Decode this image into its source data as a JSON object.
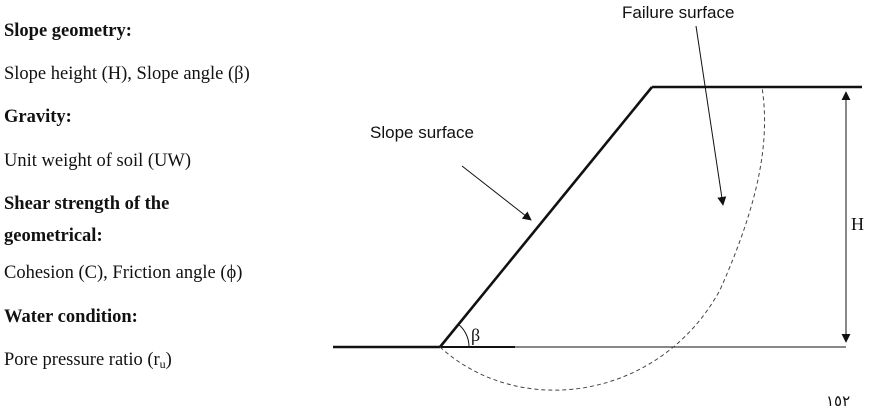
{
  "parameters": {
    "geometry_heading": "Slope geometry:",
    "geometry_text": "Slope height (H), Slope angle (β)",
    "gravity_heading": "Gravity:",
    "gravity_text": "Unit weight of soil (UW)",
    "shear_heading_line1": "Shear strength of the",
    "shear_heading_line2": "geometrical:",
    "shear_text": "Cohesion (C), Friction angle (ϕ)",
    "water_heading": "Water condition:",
    "water_text_main": "Pore pressure ratio (r",
    "water_text_sub": "u",
    "water_text_end": ")"
  },
  "diagram": {
    "failure_surface_label": "Failure surface",
    "slope_surface_label": "Slope surface",
    "height_label": "H",
    "angle_label": "β"
  },
  "page_number": "١٥٢"
}
